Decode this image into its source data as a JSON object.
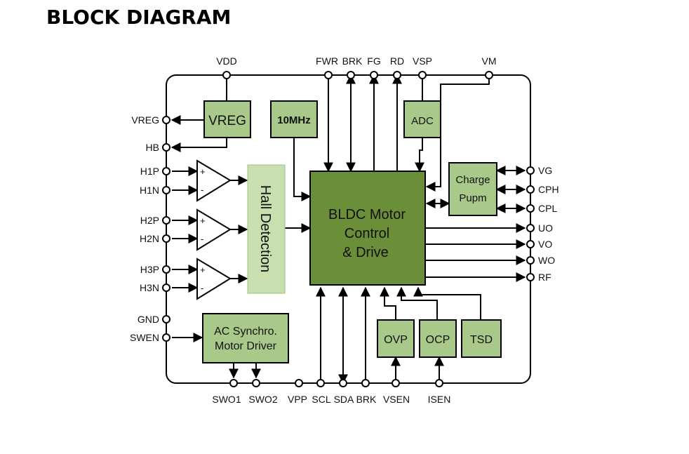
{
  "title": "BLOCK DIAGRAM",
  "blocks": {
    "vreg": "VREG",
    "osc": "10MHz",
    "adc": "ADC",
    "hall": "Hall Detection",
    "main_line1": "BLDC Motor",
    "main_line2": "Control",
    "main_line3": "& Drive",
    "charge_line1": "Charge",
    "charge_line2": "Pupm",
    "ac_line1": "AC Synchro.",
    "ac_line2": "Motor Driver",
    "ovp": "OVP",
    "ocp": "OCP",
    "tsd": "TSD"
  },
  "comparator": {
    "plus": "+",
    "minus": "-"
  },
  "pins": {
    "top": [
      "VDD",
      "FWR",
      "BRK",
      "FG",
      "RD",
      "VSP",
      "VM"
    ],
    "left": [
      "VREG",
      "HB",
      "H1P",
      "H1N",
      "H2P",
      "H2N",
      "H3P",
      "H3N",
      "GND",
      "SWEN"
    ],
    "right": [
      "VG",
      "CPH",
      "CPL",
      "UO",
      "VO",
      "WO",
      "RF"
    ],
    "bottom": [
      "SWO1",
      "SWO2",
      "VPP",
      "SCL",
      "SDA",
      "BRK",
      "VSEN",
      "ISEN"
    ]
  },
  "colors": {
    "main_fill": "#6b8e38",
    "light_fill": "#a9c98a",
    "hall_fill": "#c8e0b0",
    "line": "#000000"
  }
}
